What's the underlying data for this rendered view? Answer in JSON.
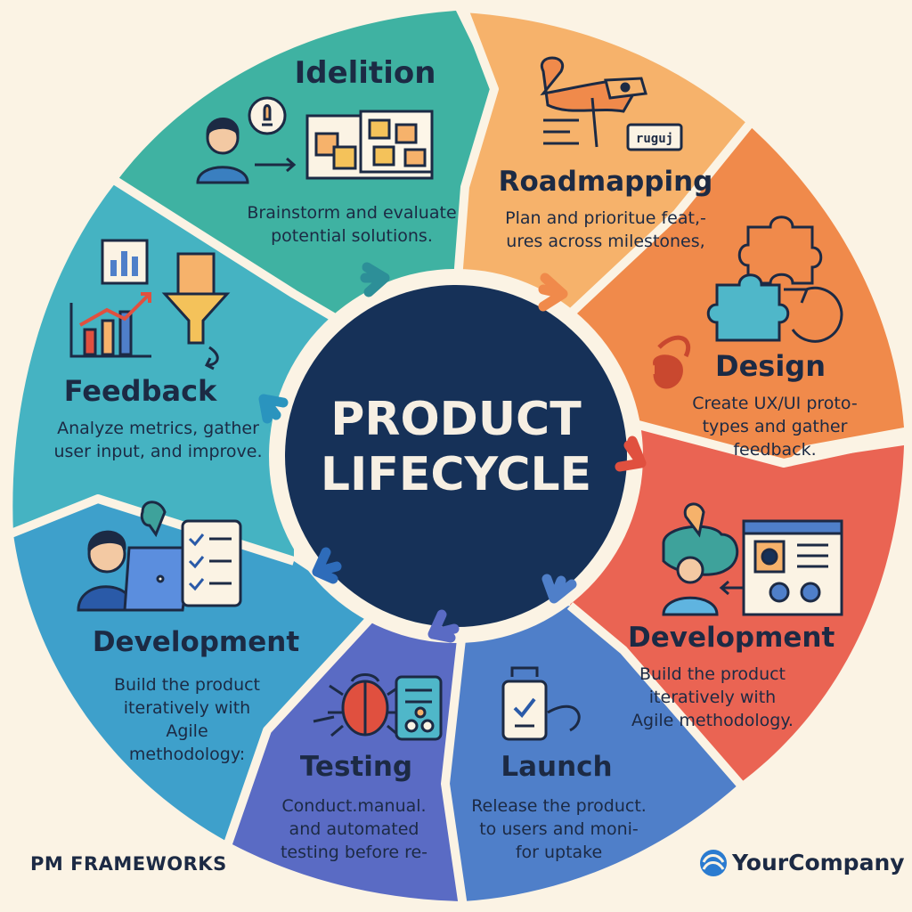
{
  "center": {
    "line1": "PRODUCT",
    "line2": "LIFECYCLE"
  },
  "colors": {
    "background": "#fbf3e4",
    "center": "#163158",
    "ideation": "#3fb2a2",
    "roadmapping": "#f6b26b",
    "design": "#f08a4b",
    "development_right": "#ea6453",
    "launch": "#4f7fc9",
    "testing": "#5a6bc4",
    "development_left": "#3ea0cb",
    "feedback": "#45b3c2"
  },
  "stages": [
    {
      "id": "ideation",
      "title": "Idelition",
      "desc": [
        "Brainstorm and evaluate",
        "potential solutions."
      ]
    },
    {
      "id": "roadmapping",
      "title": "Roadmapping",
      "desc": [
        "Plan and prioritue feat,-",
        "ures across milestones,"
      ],
      "icon_text": "ruguj"
    },
    {
      "id": "design",
      "title": "Design",
      "desc": [
        "Create UX/UI proto-",
        "types and gather",
        "feedback."
      ]
    },
    {
      "id": "development-right",
      "title": "Development",
      "desc": [
        "Build the product",
        "iteratively with",
        "Agile methodology."
      ]
    },
    {
      "id": "launch",
      "title": "Launch",
      "desc": [
        "Release the product.",
        "to users and moni-",
        "for uptake"
      ]
    },
    {
      "id": "testing",
      "title": "Testing",
      "desc": [
        "Conduct.manual.",
        "and automated",
        "testing before re-"
      ]
    },
    {
      "id": "development-left",
      "title": "Development",
      "desc": [
        "Build the product",
        "iteratively with",
        "Agile",
        "methodology:"
      ]
    },
    {
      "id": "feedback",
      "title": "Feedback",
      "desc": [
        "Analyze metrics, gather",
        "user input, and improve."
      ]
    }
  ],
  "footer": {
    "left": "PM FRAMEWORKS",
    "right": "YourCompany"
  },
  "icons": [
    "person-idea-icon",
    "sticky-notes-board-icon",
    "roadmap-flag-icon",
    "puzzle-piece-icon",
    "sync-cycle-icon",
    "developer-screen-icon",
    "checklist-clipboard-icon",
    "bug-icon",
    "test-device-icon",
    "developer-laptop-icon",
    "checklist-icon",
    "bar-chart-icon",
    "funnel-icon",
    "growth-chart-icon",
    "brand-logo-icon"
  ]
}
